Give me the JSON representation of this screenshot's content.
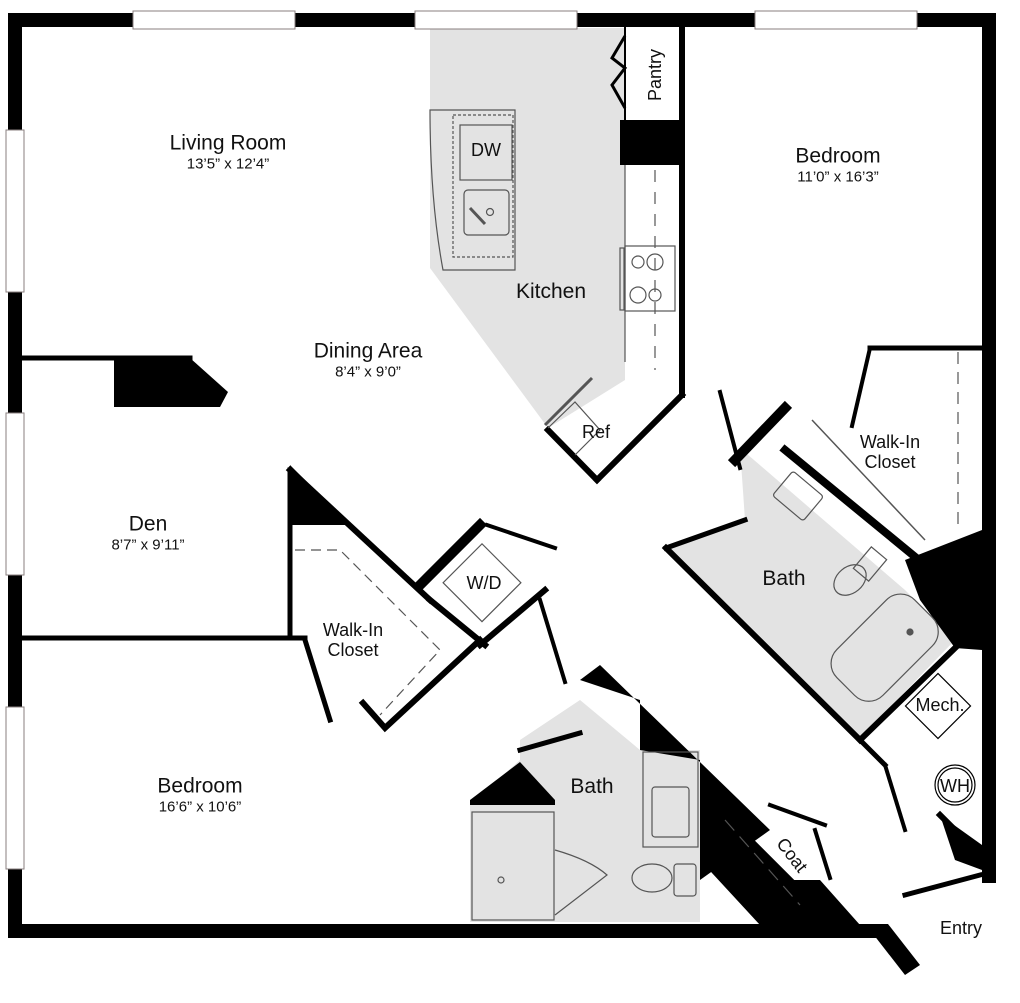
{
  "floorplan": {
    "colors": {
      "wall": "#000000",
      "wet_area": "#e3e3e3",
      "background": "#ffffff",
      "window": "#ffffff",
      "fixture_line": "#555555"
    },
    "rooms": [
      {
        "id": "living-room",
        "name": "Living Room",
        "dimensions": "13’5” x 12’4”"
      },
      {
        "id": "dining-area",
        "name": "Dining Area",
        "dimensions": "8’4” x 9’0”"
      },
      {
        "id": "kitchen",
        "name": "Kitchen"
      },
      {
        "id": "bedroom-1",
        "name": "Bedroom",
        "dimensions": "11’0” x 16’3”"
      },
      {
        "id": "den",
        "name": "Den",
        "dimensions": "8’7” x 9’11”"
      },
      {
        "id": "bedroom-2",
        "name": "Bedroom",
        "dimensions": "16’6” x 10’6”"
      },
      {
        "id": "bath-1",
        "name": "Bath"
      },
      {
        "id": "bath-2",
        "name": "Bath"
      },
      {
        "id": "walk-in-closet-1",
        "name": "Walk-In\nCloset",
        "line1": "Walk-In",
        "line2": "Closet"
      },
      {
        "id": "walk-in-closet-2",
        "name": "Walk-In\nCloset",
        "line1": "Walk-In",
        "line2": "Closet"
      },
      {
        "id": "pantry",
        "name": "Pantry"
      },
      {
        "id": "coat",
        "name": "Coat"
      },
      {
        "id": "entry",
        "name": "Entry"
      }
    ],
    "fixtures": {
      "dishwasher": "DW",
      "refrigerator": "Ref",
      "washer_dryer": "W/D",
      "mechanical": "Mech.",
      "water_heater": "WH"
    }
  }
}
